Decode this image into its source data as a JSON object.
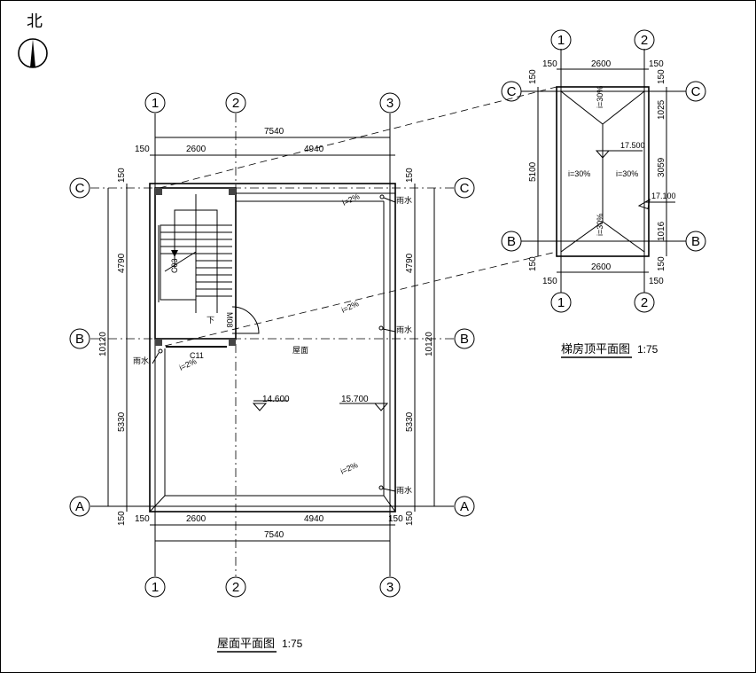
{
  "north": {
    "label": "北"
  },
  "roof_plan": {
    "title": "屋面平面图",
    "scale": "1:75",
    "axes_x": [
      "1",
      "2",
      "3"
    ],
    "axes_y": [
      "C",
      "B",
      "A"
    ],
    "dim_total": "7540",
    "dim_bays": [
      "2600",
      "4940"
    ],
    "dim_edge": "150",
    "dim_left_total": "10120",
    "dim_left_bays": [
      "4790",
      "5330"
    ],
    "labels": {
      "roof": "屋面",
      "down": "下",
      "door": "M08",
      "window_side": "C03",
      "window_bottom": "C11",
      "drain": "雨水",
      "slope": "i=2%"
    },
    "elevations": [
      "14.600",
      "15.700"
    ]
  },
  "stair_roof_plan": {
    "title": "梯房顶平面图",
    "scale": "1:75",
    "axes_x": [
      "1",
      "2"
    ],
    "axes_y": [
      "C",
      "B"
    ],
    "dim_width": "2600",
    "dim_edge": "150",
    "dim_depth": "5100",
    "dim_right": [
      "1025",
      "3059",
      "1016"
    ],
    "slope": "i=30%",
    "elevations": [
      "17.500",
      "17.100"
    ]
  }
}
